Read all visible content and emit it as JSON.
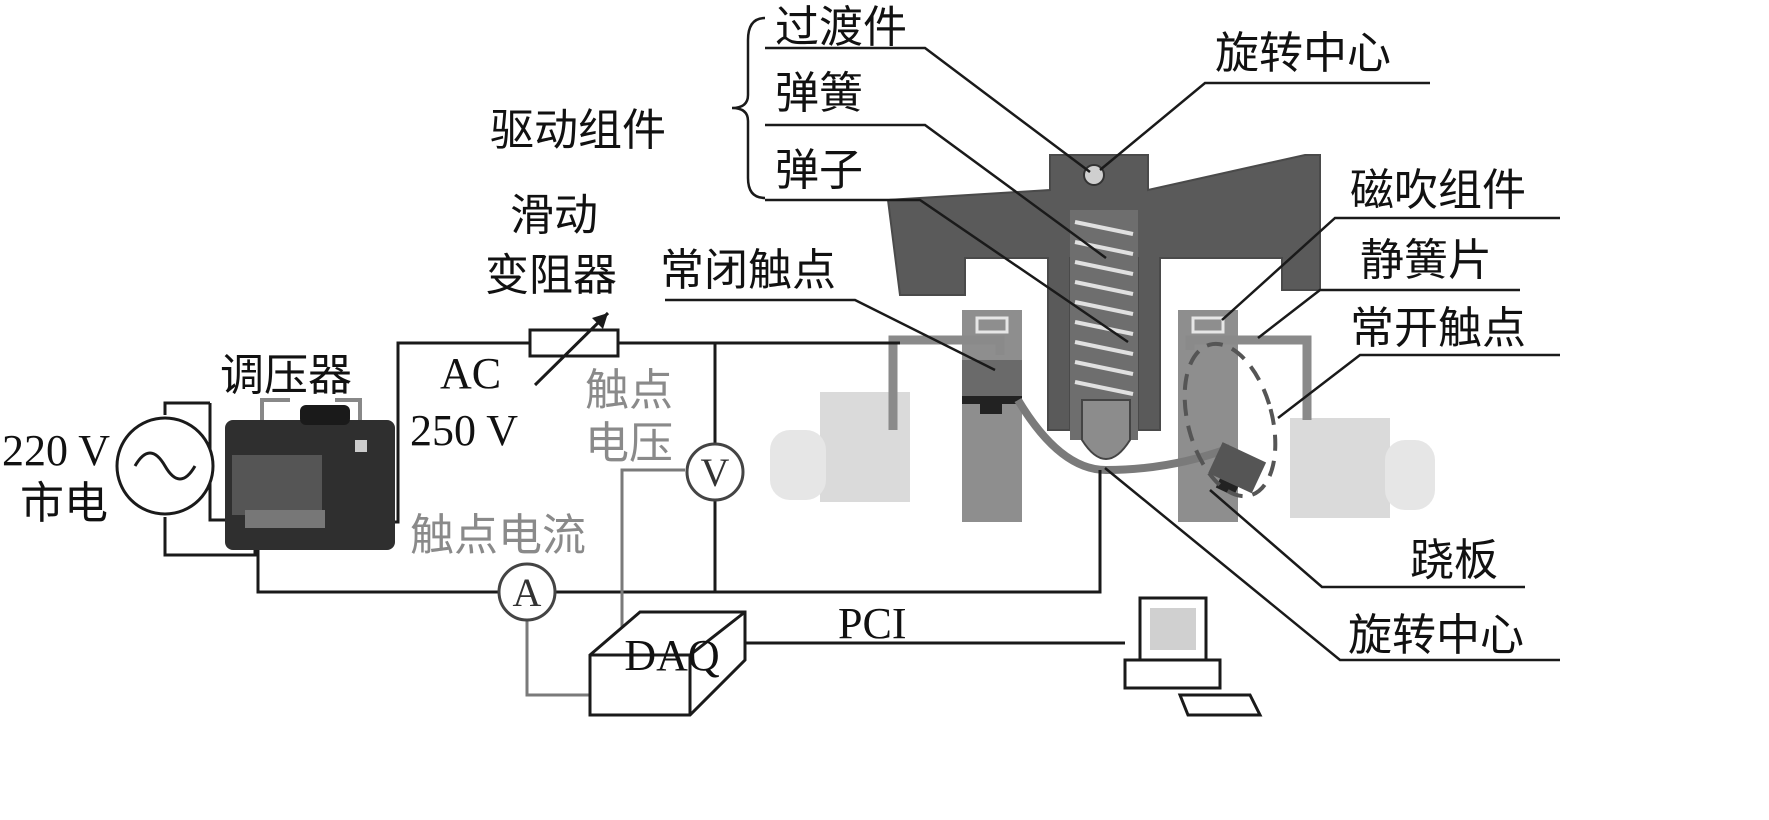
{
  "labels": {
    "drive_assembly": "驱动组件",
    "transition_piece": "过渡件",
    "spring": "弹簧",
    "projectile": "弹子",
    "rotation_center_top": "旋转中心",
    "magnetic_blow_assembly": "磁吹组件",
    "static_reed": "静簧片",
    "normally_open_contact": "常开触点",
    "normally_closed_contact": "常闭触点",
    "slide_rheostat_line1": "滑动",
    "slide_rheostat_line2": "变阻器",
    "ac_line1": "AC",
    "ac_line2": "250 V",
    "voltage_regulator": "调压器",
    "mains_line1": "220 V",
    "mains_line2": "市电",
    "contact_voltage_line1": "触点",
    "contact_voltage_line2": "电压",
    "contact_current": "触点电流",
    "voltmeter_symbol": "V",
    "ammeter_symbol": "A",
    "daq": "DAQ",
    "pci": "PCI",
    "flip_plate": "跷板",
    "rotation_center_bottom": "旋转中心"
  },
  "colors": {
    "wire": "#1a1a1a",
    "signal_wire": "#7a7a7a",
    "relay_body": "#5f5f5f",
    "light_part": "#d9d9d9"
  }
}
